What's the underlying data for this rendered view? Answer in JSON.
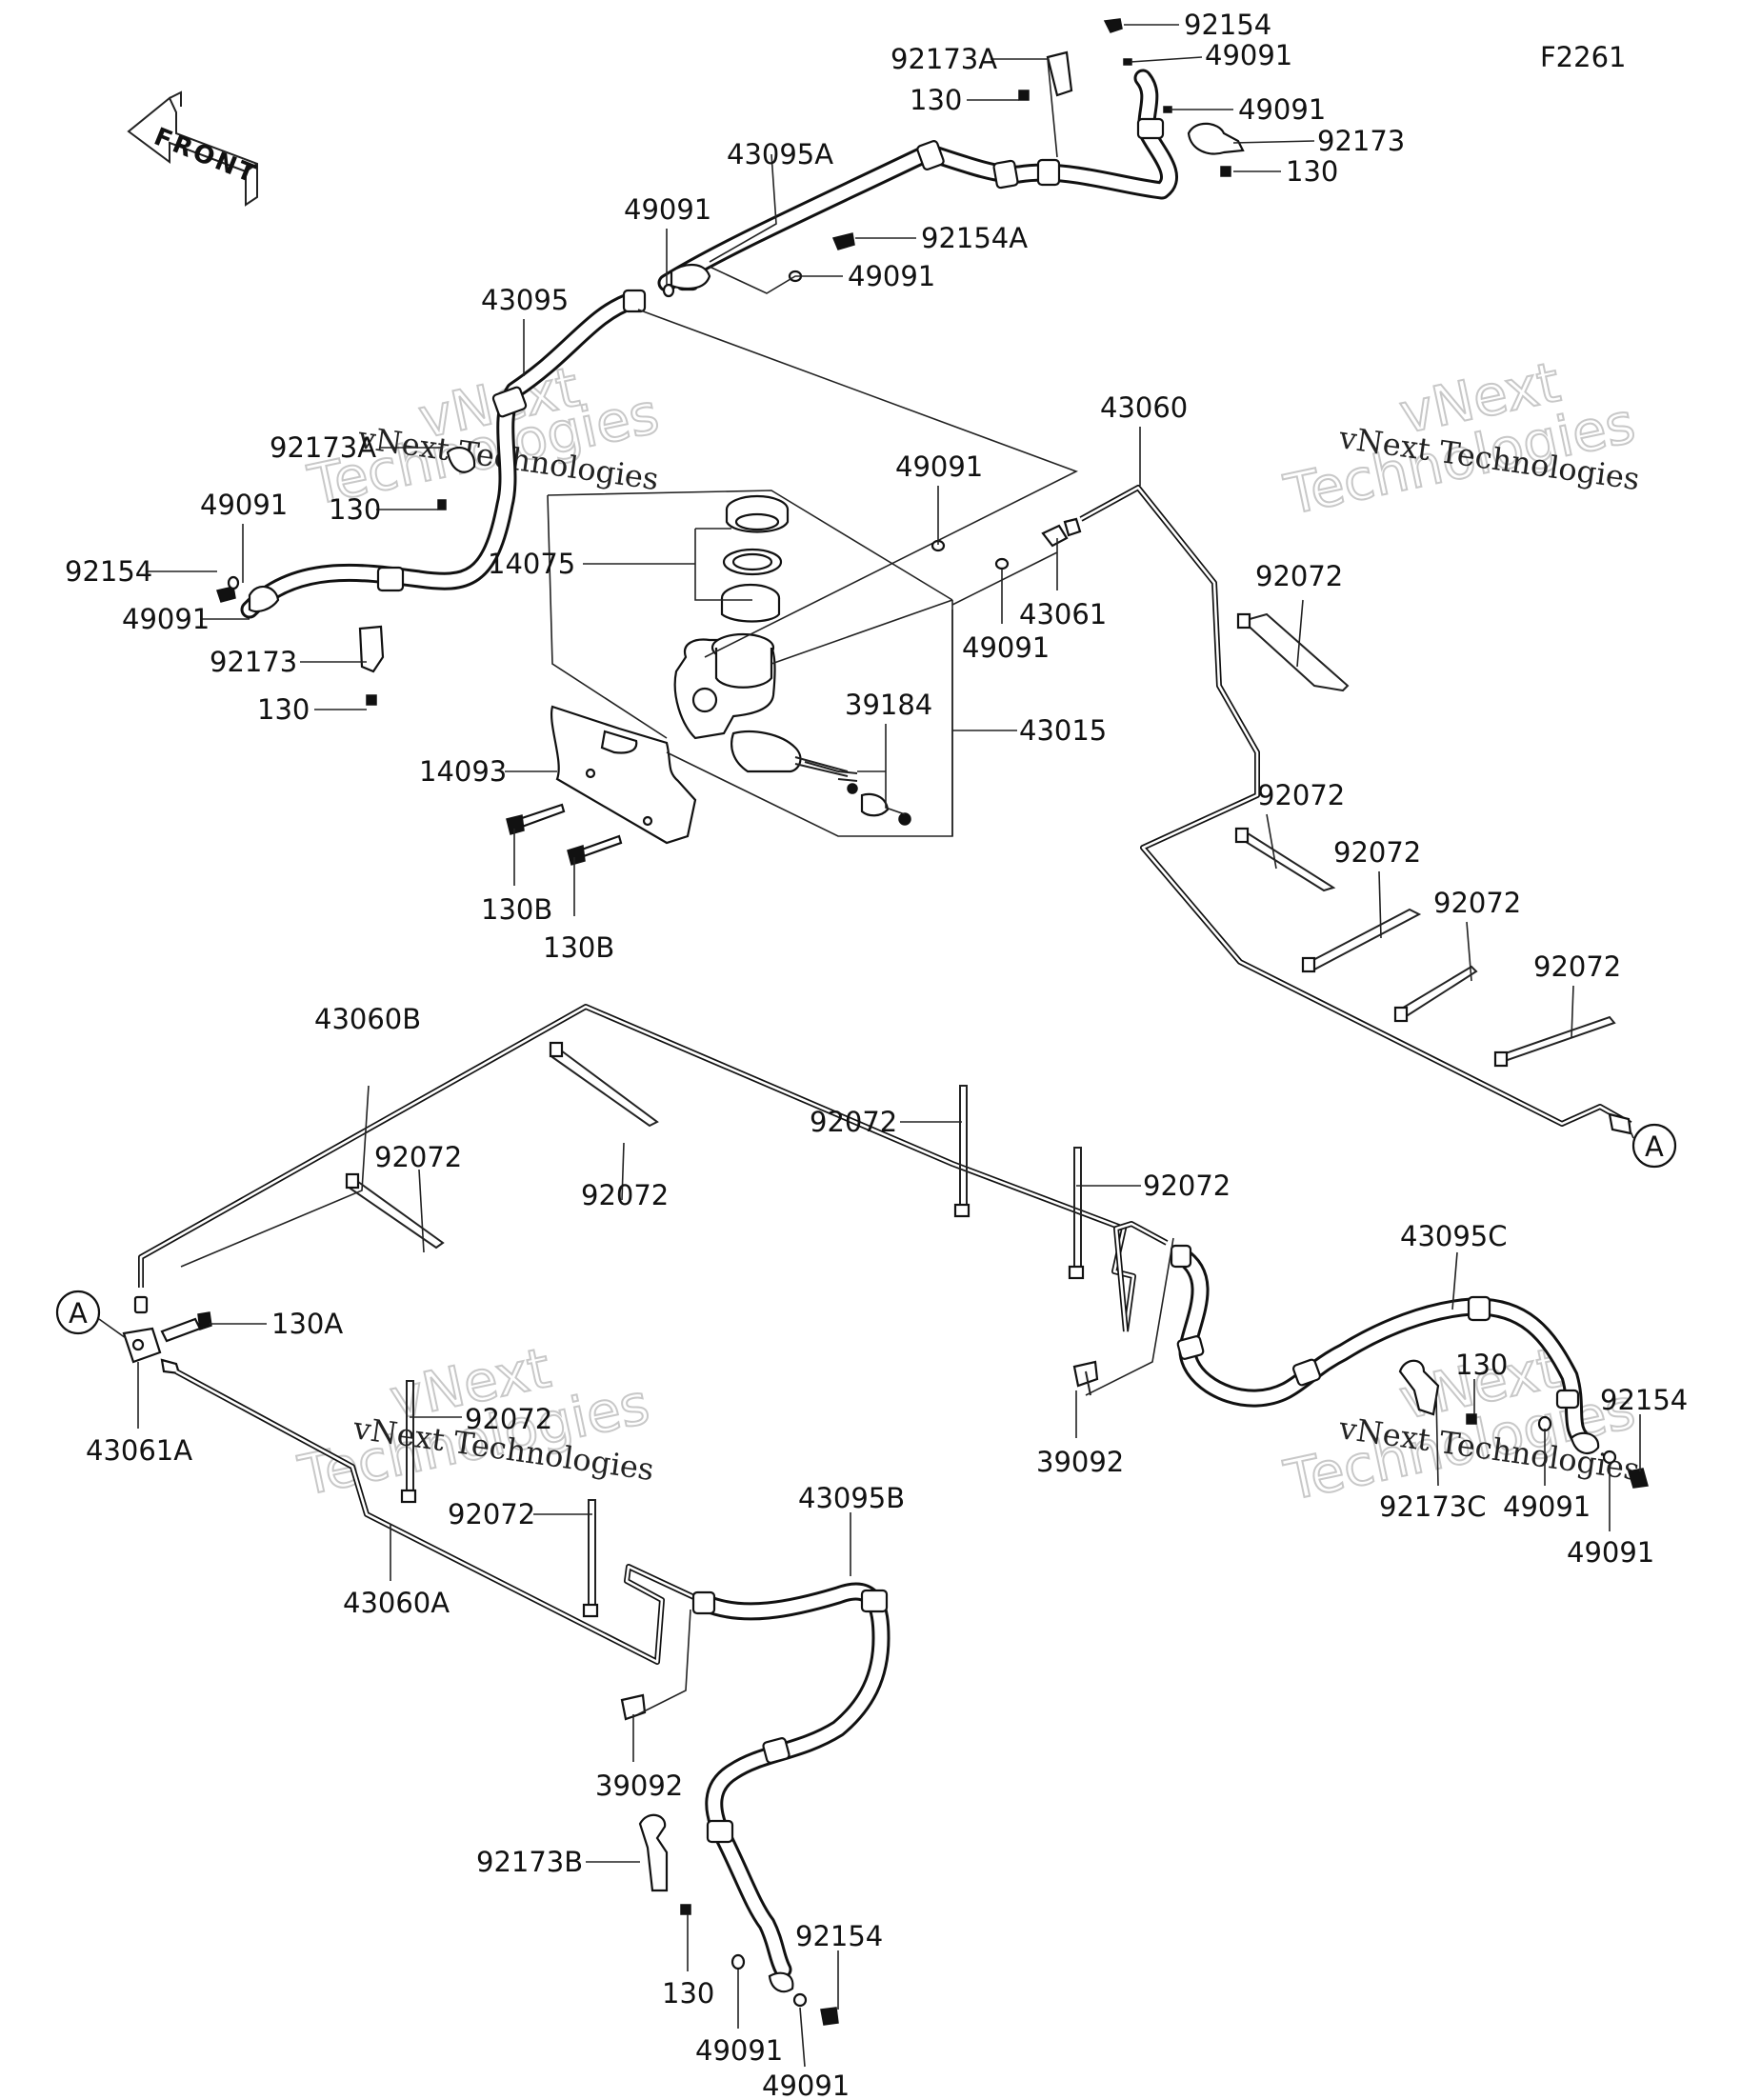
{
  "figure_code": "F2261",
  "front_arrow_text": "FRONT",
  "watermark": {
    "line1": "vNext",
    "line2": "Technologies",
    "line3": "vNext Technologies"
  },
  "circle_marker": "A",
  "parts": {
    "p01": "92154",
    "p02": "92173A",
    "p03": "49091",
    "p04": "130",
    "p05": "49091",
    "p06": "92173",
    "p07": "130",
    "p08": "43095A",
    "p09": "49091",
    "p10": "92154A",
    "p11": "49091",
    "p12": "43095",
    "p13": "92173A",
    "p14": "130",
    "p15": "49091",
    "p16": "92154",
    "p17": "49091",
    "p18": "92173",
    "p19": "130",
    "p20": "43060",
    "p21": "49091",
    "p22": "14075",
    "p23": "43061",
    "p24": "49091",
    "p25": "92072",
    "p26": "39184",
    "p27": "43015",
    "p28": "14093",
    "p29": "130B",
    "p30": "130B",
    "p31": "92072",
    "p32": "92072",
    "p33": "92072",
    "p34": "92072",
    "p35": "43060B",
    "p36": "92072",
    "p37": "92072",
    "p38": "92072",
    "p39": "92072",
    "p40": "43095C",
    "p41": "130A",
    "p42": "43061A",
    "p43": "130",
    "p44": "92154",
    "p45": "39092",
    "p46": "92072",
    "p47": "92173C",
    "p48": "49091",
    "p49": "49091",
    "p50": "92072",
    "p51": "43060A",
    "p52": "43095B",
    "p53": "39092",
    "p54": "92173B",
    "p55": "130",
    "p56": "92154",
    "p57": "49091",
    "p58": "49091"
  }
}
